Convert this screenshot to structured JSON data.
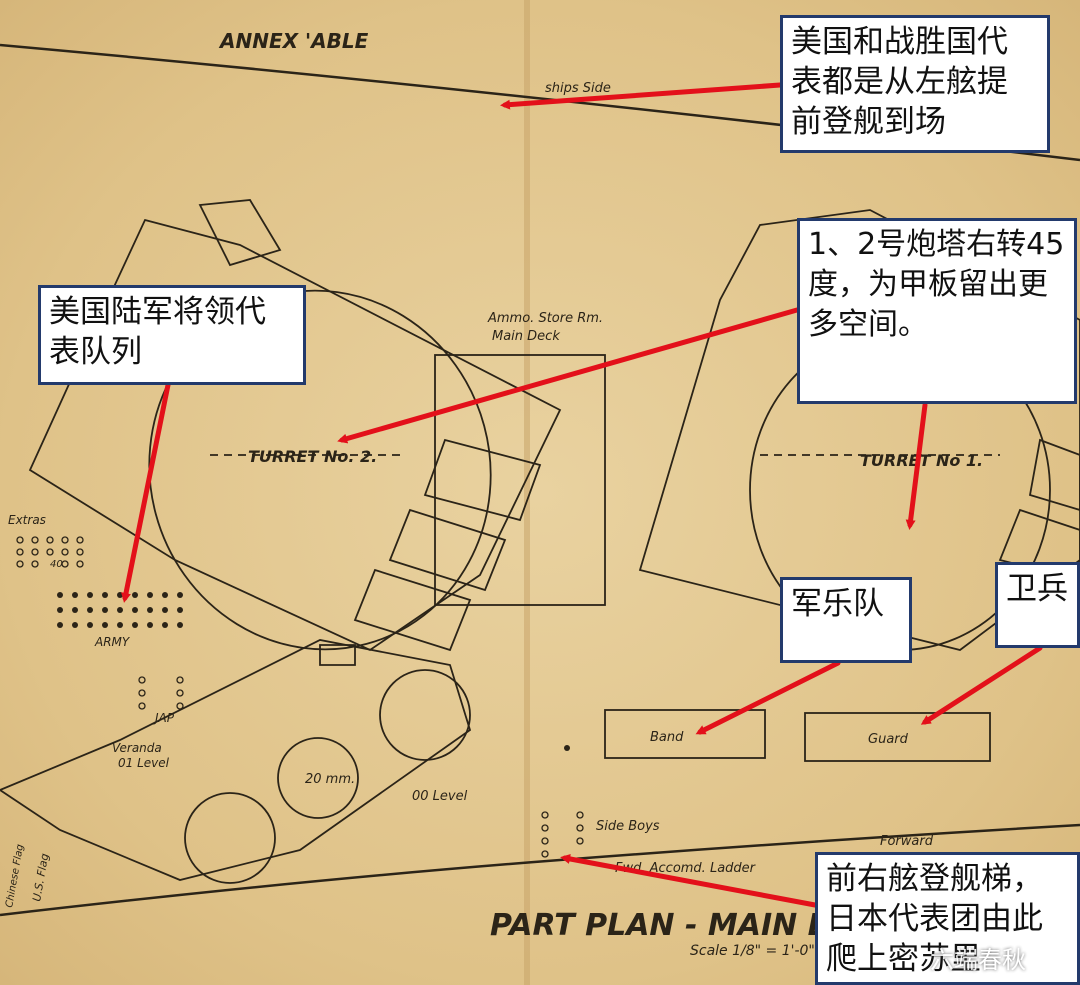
{
  "plan_labels": {
    "annex": "ANNEX 'ABLE",
    "ships_side": "ships Side",
    "ammo_store": "Ammo. Store Rm.",
    "main_deck": "Main Deck",
    "turret_2": "TURRET No. 2.",
    "turret_1": "TURRET No 1.",
    "extras": "Extras",
    "army": "ARMY",
    "jap": "JAP",
    "veranda": "Veranda",
    "level_01": "01 Level",
    "twenty_mm": "20 mm.",
    "level_00": "00 Level",
    "band": "Band",
    "guard": "Guard",
    "side_boys": "Side Boys",
    "fwd_ladder": "Fwd. Accomd. Ladder",
    "forward": "Forward",
    "chinese_flag": "Chinese Flag",
    "us_flag": "U.S. Flag",
    "title": "PART PLAN - MAIN DE",
    "scale": "Scale 1/8\" = 1'-0\"",
    "count_40": "40"
  },
  "notes": {
    "left_rail": "美国和战胜国代\n表都是从左舷提\n前登舰到场",
    "turret": "1、2号炮塔右转45\n度，为甲板留出更\n多空间。",
    "army": "美国陆军将领代\n表队列",
    "band": "军乐队",
    "guard": "卫兵",
    "ladder": "前右舷登舰梯，\n日本代表团由此\n爬上密苏里"
  },
  "watermark": "六端春秋",
  "colors": {
    "paper": "#e3c892",
    "ink": "#2b2418",
    "arrow": "#e3101a",
    "note_border": "#233a6c"
  }
}
